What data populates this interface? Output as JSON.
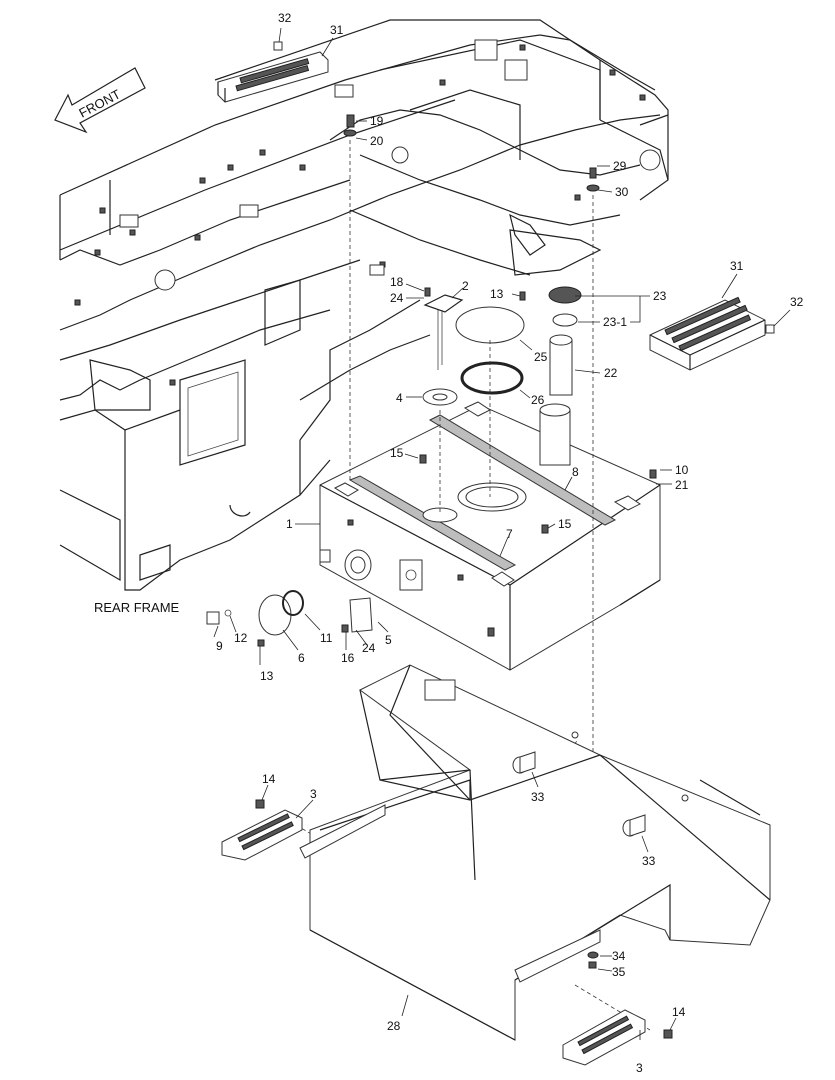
{
  "diagram": {
    "front_label": "FRONT",
    "rear_frame_label": "REAR FRAME",
    "parts": [
      "1",
      "2",
      "3",
      "4",
      "5",
      "6",
      "7",
      "8",
      "9",
      "10",
      "11",
      "12",
      "13",
      "14",
      "15",
      "16",
      "18",
      "19",
      "20",
      "21",
      "22",
      "23",
      "23-1",
      "24",
      "25",
      "26",
      "28",
      "29",
      "30",
      "31",
      "32",
      "33",
      "34",
      "35"
    ]
  },
  "callouts": {
    "c32a": "32",
    "c31a": "31",
    "c19": "19",
    "c20": "20",
    "c29": "29",
    "c30": "30",
    "c31b": "31",
    "c32b": "32",
    "c18": "18",
    "c2": "2",
    "c24a": "24",
    "c13a": "13",
    "c23": "23",
    "c23_1": "23-1",
    "c25": "25",
    "c22": "22",
    "c26": "26",
    "c4": "4",
    "c15a": "15",
    "c8": "8",
    "c10": "10",
    "c21": "21",
    "c1": "1",
    "c15b": "15",
    "c7": "7",
    "c9": "9",
    "c12": "12",
    "c11": "11",
    "c6": "6",
    "c13b": "13",
    "c16": "16",
    "c24b": "24",
    "c5": "5",
    "c14a": "14",
    "c3a": "3",
    "c33a": "33",
    "c33b": "33",
    "c34": "34",
    "c35": "35",
    "c28": "28",
    "c14b": "14",
    "c3b": "3"
  }
}
